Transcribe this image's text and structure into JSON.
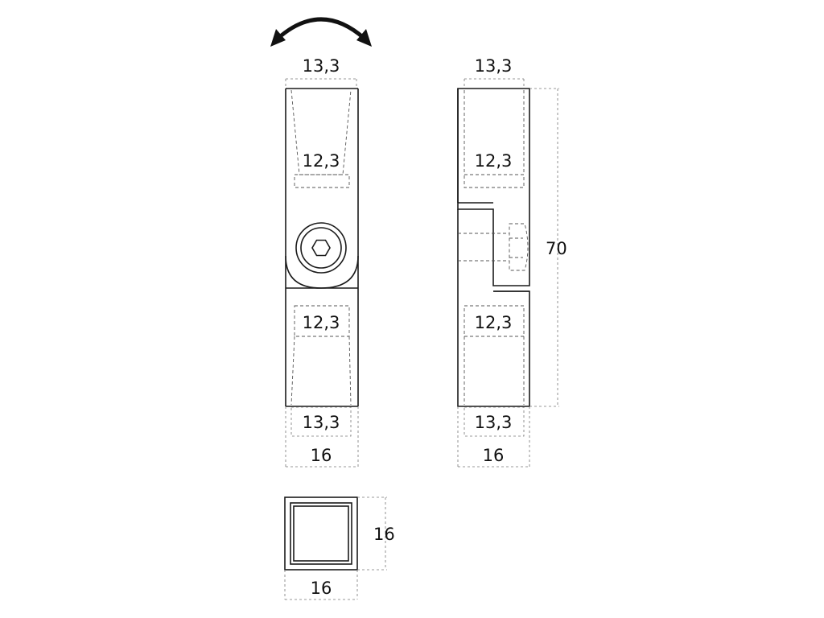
{
  "colors": {
    "line": "#1a1a1a",
    "hidden": "#555555",
    "dimension": "#777777",
    "background": "#ffffff"
  },
  "icons": {
    "rotation": "curved-double-arrow-icon",
    "screw": "hex-socket-screw-icon"
  },
  "front_view": {
    "top_outer": "13,3",
    "top_inner": "12,3",
    "bottom_inner": "12,3",
    "bottom_outer": "13,3",
    "width": "16"
  },
  "side_view": {
    "top_outer": "13,3",
    "top_inner": "12,3",
    "bottom_inner": "12,3",
    "bottom_outer": "13,3",
    "width": "16",
    "height": "70"
  },
  "end_view": {
    "width": "16",
    "height": "16"
  }
}
